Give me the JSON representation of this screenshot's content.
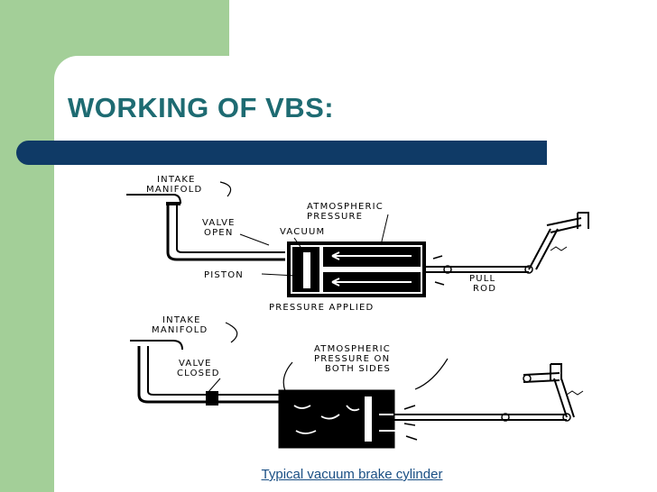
{
  "slide": {
    "title": "WORKING OF VBS:",
    "caption": "Typical vacuum brake cylinder"
  },
  "diagram": {
    "top": {
      "intake_manifold": [
        "INTAKE",
        "MANIFOLD"
      ],
      "valve": [
        "VALVE",
        "OPEN"
      ],
      "vacuum": "VACUUM",
      "atmospheric": [
        "ATMOSPHERIC",
        "PRESSURE"
      ],
      "piston": "PISTON",
      "pull_rod": [
        "PULL",
        "ROD"
      ],
      "caption": "PRESSURE APPLIED"
    },
    "bottom": {
      "intake_manifold": [
        "INTAKE",
        "MANIFOLD"
      ],
      "valve": [
        "VALVE",
        "CLOSED"
      ],
      "atmospheric": [
        "ATMOSPHERIC",
        "PRESSURE ON",
        "BOTH SIDES"
      ]
    }
  },
  "colors": {
    "green_block": "#a3cf98",
    "title_text": "#1e6b72",
    "title_bar": "#0f3a66",
    "caption_link": "#1a4f84"
  }
}
